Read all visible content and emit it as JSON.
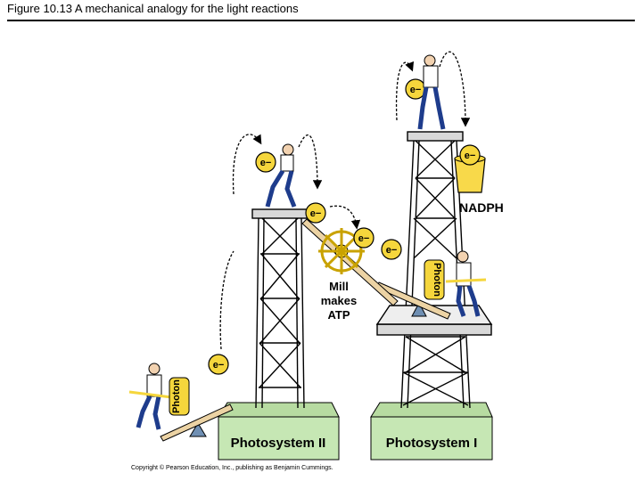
{
  "figure": {
    "title": "Figure 10.13  A mechanical analogy for the light reactions"
  },
  "labels": {
    "photosystem_ii": "Photosystem II",
    "photosystem_i": "Photosystem I",
    "nadph": "NADPH",
    "mill_line1": "Mill",
    "mill_line2": "makes",
    "mill_line3": "ATP",
    "photon": "Photon",
    "electron": "e−"
  },
  "copyright": "Copyright © Pearson Education, Inc., publishing as Benjamin Cummings.",
  "colors": {
    "base_green": "#c6e7b4",
    "electron_yellow": "#f5d63c",
    "bucket_yellow": "#f8d94a",
    "wood": "#ecd3a4",
    "worker_blue": "#1e3c8c",
    "pivot_blue": "#6f8fb3"
  }
}
